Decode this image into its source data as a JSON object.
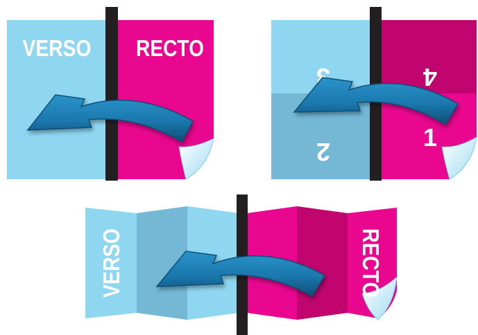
{
  "panels": {
    "top_left": {
      "verso_label": "VERSO",
      "recto_label": "RECTO"
    },
    "top_right": {
      "pages": [
        "3",
        "4",
        "2",
        "1"
      ]
    },
    "bottom": {
      "verso_label": "VERSO",
      "recto_label": "RECTO"
    }
  },
  "colors": {
    "light_blue": "#8fd6f0",
    "mid_blue": "#74b8d6",
    "magenta": "#e8078e",
    "dark_magenta": "#c0056f",
    "divider": "#231f20",
    "arrow": "#1b78ad",
    "arrow_dark": "#0e4f77",
    "curl": "#cdeffb"
  }
}
